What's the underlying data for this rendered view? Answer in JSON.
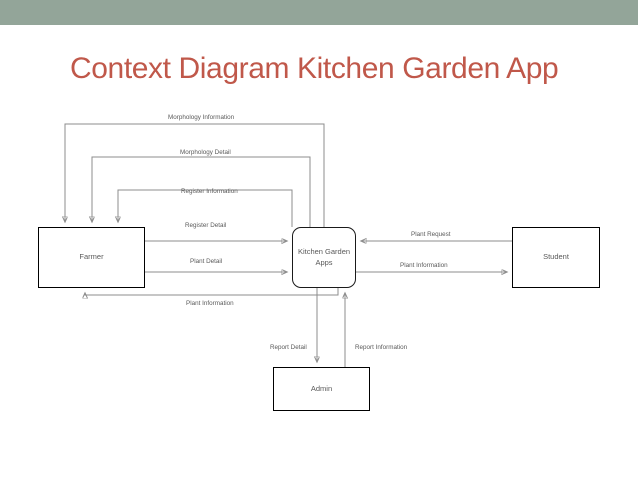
{
  "slide": {
    "title": "Context Diagram Kitchen Garden App",
    "header_color": "#93a599",
    "title_color": "#c0584a",
    "background_color": "#ffffff",
    "wire_color": "#8c8c8c",
    "label_color": "#5a5a5a"
  },
  "diagram": {
    "type": "context-diagram",
    "entities": [
      {
        "id": "farmer",
        "label": "Farmer",
        "shape": "rectangle"
      },
      {
        "id": "student",
        "label": "Student",
        "shape": "rectangle"
      },
      {
        "id": "admin",
        "label": "Admin",
        "shape": "rectangle"
      }
    ],
    "process": {
      "id": "kitchen-garden-apps",
      "label_line1": "Kitchen Garden",
      "label_line2": "Apps",
      "shape": "rounded-rectangle"
    },
    "flows": [
      {
        "id": "morphology-information",
        "label": "Morphology Information",
        "from": "kitchen-garden-apps",
        "to": "farmer"
      },
      {
        "id": "morphology-detail",
        "label": "Morphology Detail",
        "from": "kitchen-garden-apps",
        "to": "farmer"
      },
      {
        "id": "register-information",
        "label": "Register Information",
        "from": "kitchen-garden-apps",
        "to": "farmer"
      },
      {
        "id": "register-detail",
        "label": "Register Detail",
        "from": "farmer",
        "to": "kitchen-garden-apps"
      },
      {
        "id": "plant-detail",
        "label": "Plant Detail",
        "from": "farmer",
        "to": "kitchen-garden-apps"
      },
      {
        "id": "plant-information-farmer",
        "label": "Plant Information",
        "from": "kitchen-garden-apps",
        "to": "farmer"
      },
      {
        "id": "plant-request",
        "label": "Plant Request",
        "from": "student",
        "to": "kitchen-garden-apps"
      },
      {
        "id": "plant-information-student",
        "label": "Plant Information",
        "from": "kitchen-garden-apps",
        "to": "student"
      },
      {
        "id": "report-detail",
        "label": "Report Detail",
        "from": "kitchen-garden-apps",
        "to": "admin"
      },
      {
        "id": "report-information",
        "label": "Report Information",
        "from": "admin",
        "to": "kitchen-garden-apps"
      }
    ]
  }
}
